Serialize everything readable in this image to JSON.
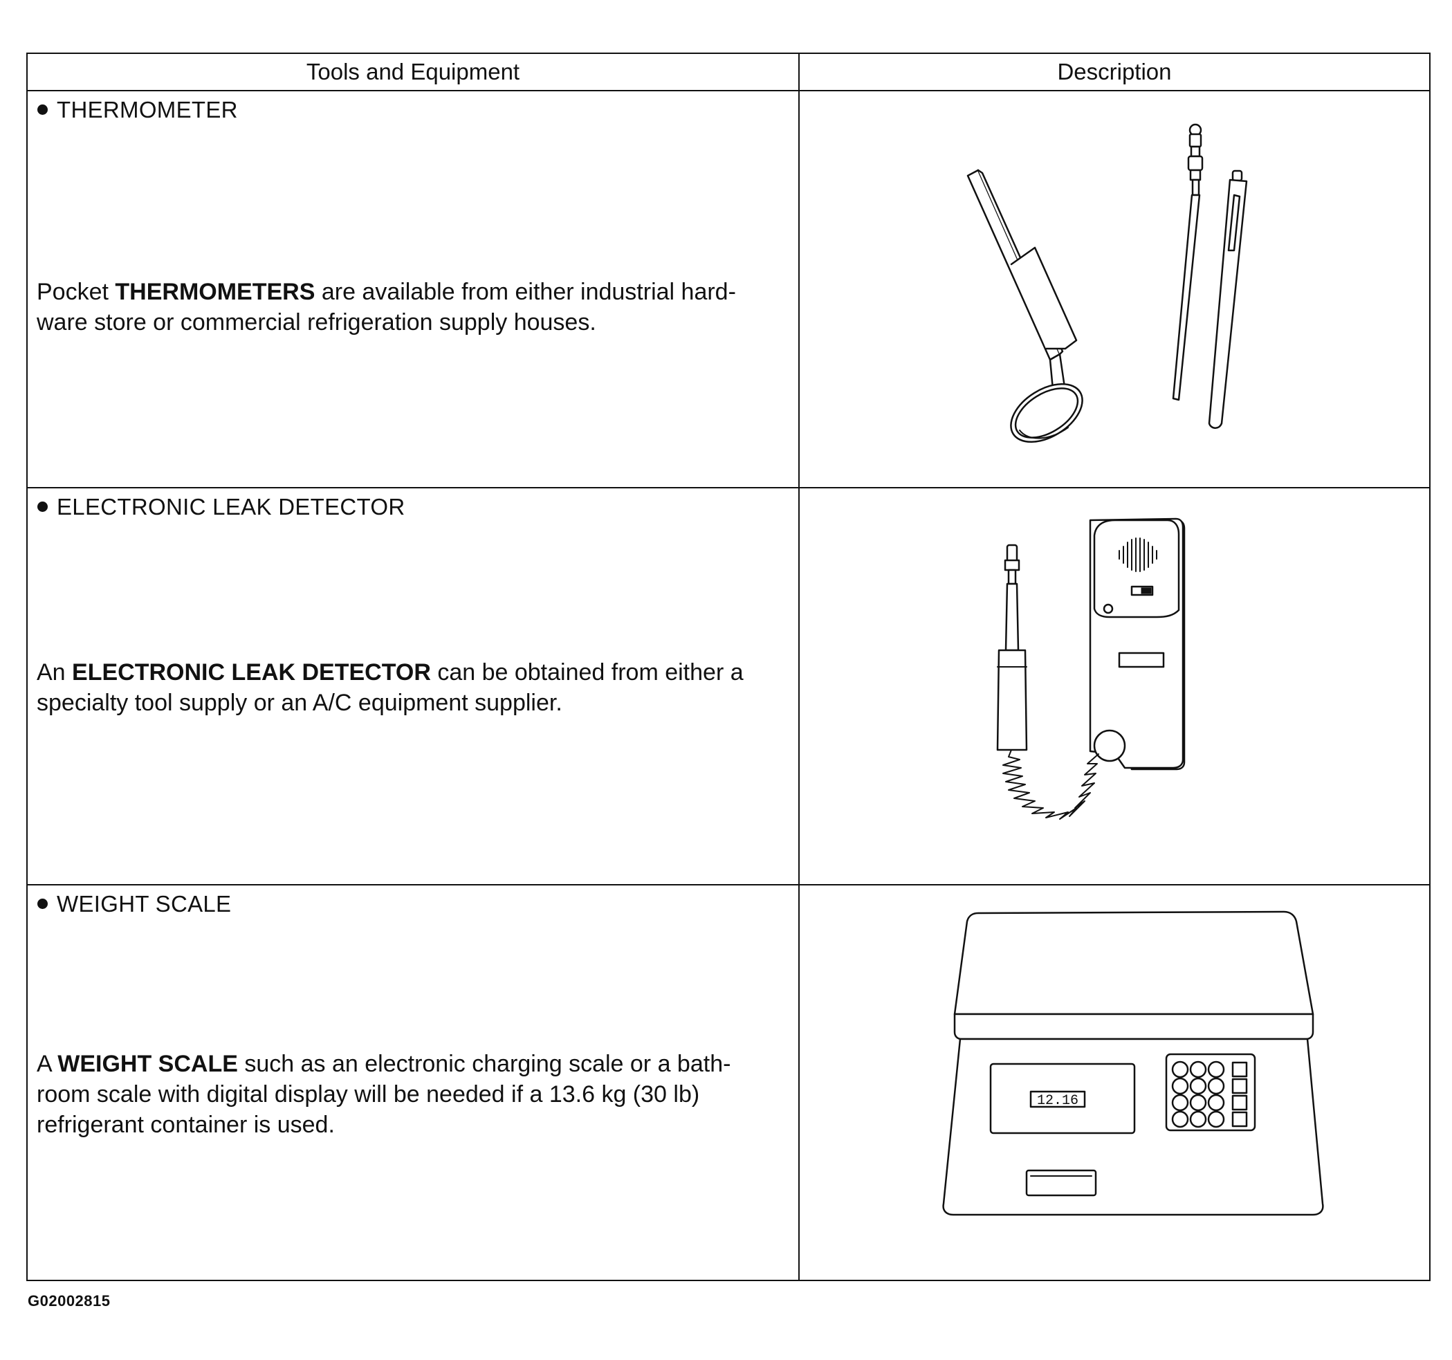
{
  "table": {
    "headers": {
      "tools": "Tools and Equipment",
      "description": "Description"
    },
    "rows": [
      {
        "title": "THERMOMETER",
        "text_before": "Pocket ",
        "text_bold": "THERMOMETERS",
        "text_after": " are available from either industrial hard-ware store or commercial refrigeration supply houses.",
        "line1": [
          "Pocket ",
          "THERMOMETERS",
          " are available from either industrial hard-"
        ],
        "line2": "ware store or commercial refrigeration supply houses.",
        "icon": "pocket-thermometers-illustration"
      },
      {
        "title": "ELECTRONIC LEAK DETECTOR",
        "line1": [
          "An ",
          "ELECTRONIC LEAK DETECTOR",
          " can be obtained from either a"
        ],
        "line2": "specialty tool supply or an A/C equipment supplier.",
        "icon": "electronic-leak-detector-illustration"
      },
      {
        "title": "WEIGHT SCALE",
        "line1": [
          "A ",
          "WEIGHT SCALE",
          " such as an electronic charging scale or a bath-"
        ],
        "line2": "room scale with digital display will be needed if a 13.6 kg (30 lb)",
        "line3": "refrigerant container is used.",
        "icon": "weight-scale-illustration",
        "display_reading": "12.16"
      }
    ]
  },
  "figure_id": "G02002815"
}
